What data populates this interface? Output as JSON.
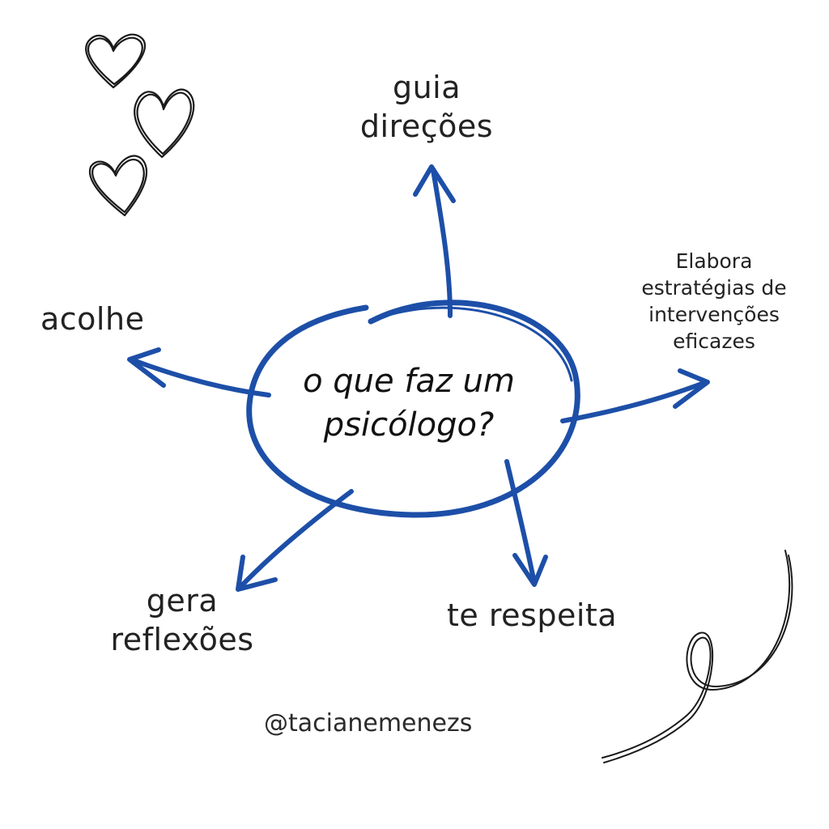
{
  "title": {
    "lines": [
      "o que faz um",
      "psicólogo?"
    ]
  },
  "branches": [
    {
      "id": "up",
      "lines": [
        "guia",
        "direções"
      ]
    },
    {
      "id": "right",
      "lines": [
        "Elabora",
        "estratégias de",
        "intervenções",
        "eficazes"
      ]
    },
    {
      "id": "left",
      "lines": [
        "acolhe"
      ]
    },
    {
      "id": "down-left",
      "lines": [
        "gera",
        "reflexões"
      ]
    },
    {
      "id": "down-right",
      "lines": [
        "te respeita"
      ]
    }
  ],
  "handle": "@tacianemenezs",
  "colors": {
    "accent": "#1d4fa8",
    "ink": "#222222",
    "background": "#ffffff"
  },
  "decorations": [
    "heart-icon",
    "heart-icon",
    "heart-icon",
    "swirl-doodle"
  ]
}
